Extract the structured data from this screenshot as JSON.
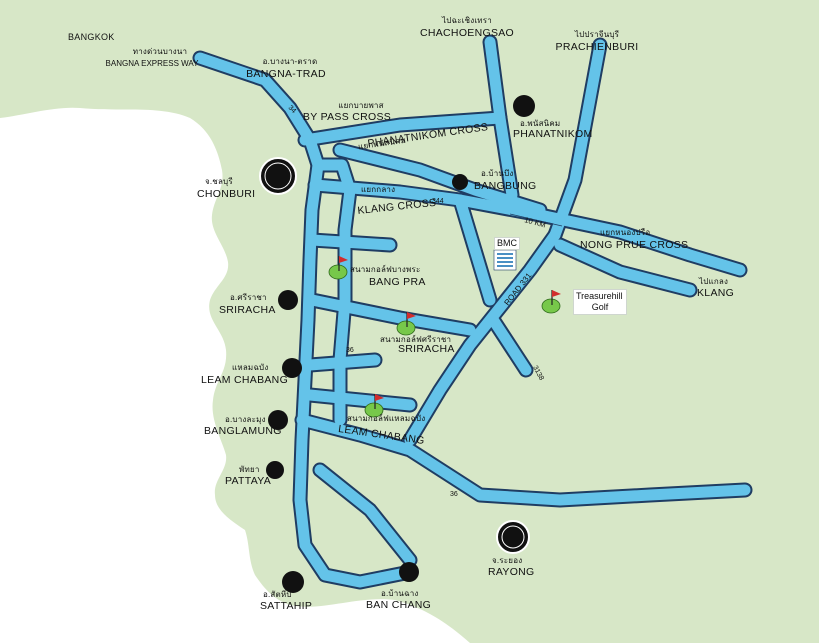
{
  "colors": {
    "land": "#d7e7c7",
    "sea": "#ffffff",
    "road": "#64c3e9",
    "road_edge": "#1f3d63",
    "city": "#111111",
    "golf": "#77c84a",
    "flag": "#d22d2d"
  },
  "places": {
    "bangkok": "BANGKOK",
    "bangna_thai": "ทางด่วนบางนา",
    "bangna_ew": "BANGNA EXPRESS WAY",
    "bangna_trad_thai": "อ.บางนา-ตราด",
    "bangna_trad": "BANGNA-TRAD",
    "bypass_thai": "แยกบายพาส",
    "bypass": "BY PASS CROSS",
    "chachoengsao_thai": "ไปฉะเชิงเทรา",
    "chachoengsao": "CHACHOENGSAO",
    "prachienburi_thai": "ไปปราจีนบุรี",
    "prachienburi": "PRACHIENBURI",
    "phanatnikom_thai": "อ.พนัสนิคม",
    "phanatnikom": "PHANATNIKOM",
    "phanatnikom_cross_thai": "แยกพนัสนิคม",
    "phanatnikom_cross": "PHANATNIKOM CROSS",
    "chonburi_thai": "จ.ชลบุรี",
    "chonburi": "CHONBURI",
    "bangbung_thai": "อ.บ้านบึง",
    "bangbung": "BANGBUNG",
    "klang_cross_thai": "แยกกลาง",
    "klang_cross": "KLANG CROSS",
    "nong_prue_thai": "แยกหนองปรือ",
    "nong_prue": "NONG PRUE CROSS",
    "klang_thai": "ไปแกลง",
    "klang": "KLANG",
    "bang_pra_thai": "สนามกอล์ฟบางพระ",
    "bang_pra": "BANG PRA",
    "sriracha_thai": "อ.ศรีราชา",
    "sriracha": "SRIRACHA",
    "sriracha_golf_thai": "สนามกอล์ฟศรีราชา",
    "sriracha_golf": "SRIRACHA",
    "leam_chabang_thai": "แหลมฉบัง",
    "leam_chabang": "LEAM CHABANG",
    "leam_chabang_golf_thai": "สนามกอล์ฟแหลมฉบัง",
    "leam_chabang_golf": "LEAM CHABANG",
    "banglamung_thai": "อ.บางละมุง",
    "banglamung": "BANGLAMUNG",
    "pattaya_thai": "พัทยา",
    "pattaya": "PATTAYA",
    "rayong_thai": "จ.ระยอง",
    "rayong": "RAYONG",
    "sattahip_thai": "อ.สัตหีบ",
    "sattahip": "SATTAHIP",
    "ban_chang_thai": "อ.บ้านฉาง",
    "ban_chang": "BAN CHANG",
    "bmc": "BMC",
    "treasurehill_1": "Treasurehill",
    "treasurehill_2": "Golf"
  },
  "roads": {
    "r34": "34",
    "r344": "344",
    "r36a": "36",
    "r36b": "36",
    "r331": "ROAD 331",
    "r3138": "3138",
    "km10": "10 KM"
  },
  "icons": {
    "city": "filled-circle",
    "golf": "golf-flag",
    "building": "building-icon"
  }
}
